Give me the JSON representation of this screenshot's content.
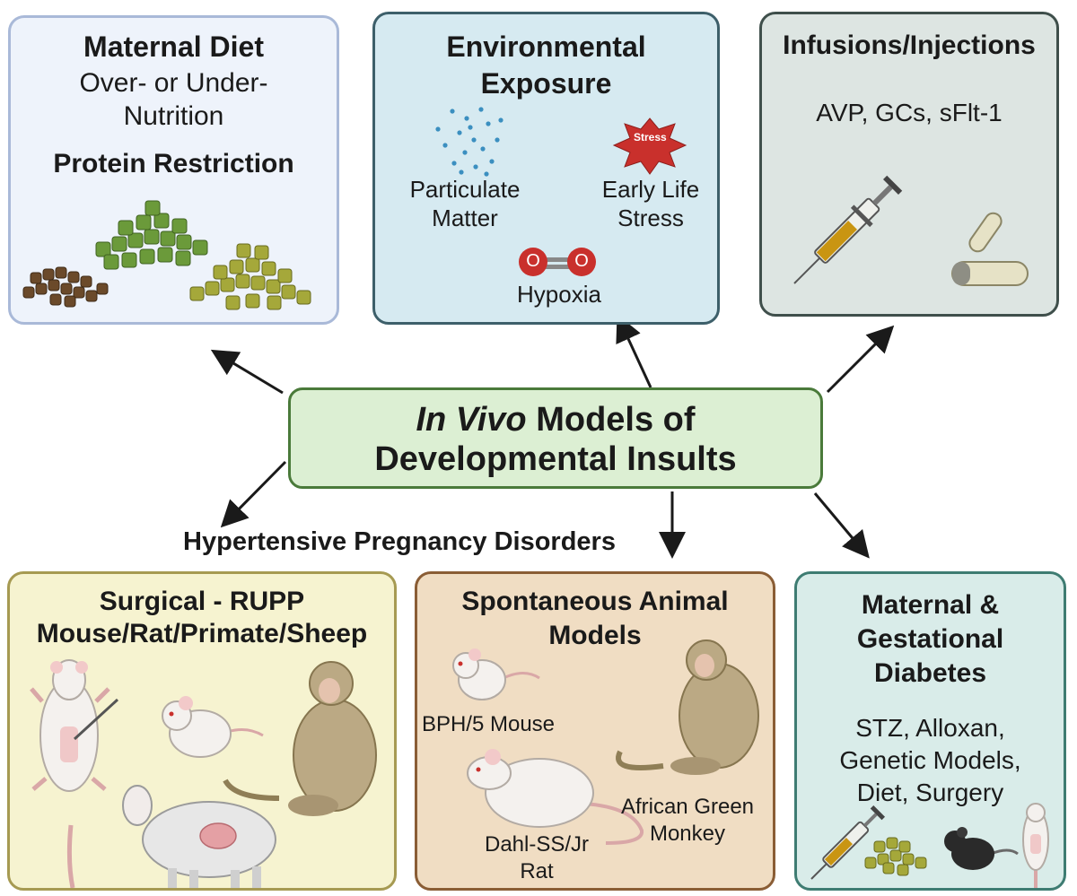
{
  "center": {
    "title_italic": "In Vivo",
    "title_rest": " Models of",
    "title_line2": "Developmental Insults"
  },
  "maternal_diet": {
    "title": "Maternal Diet",
    "line1": "Over- or Under-",
    "line2": "Nutrition",
    "subtitle": "Protein Restriction"
  },
  "environmental": {
    "title_line1": "Environmental",
    "title_line2": "Exposure",
    "particulate_line1": "Particulate",
    "particulate_line2": "Matter",
    "stress_line1": "Early Life",
    "stress_line2": "Stress",
    "stress_badge": "Stress",
    "hypoxia": "Hypoxia",
    "o2_left": "O",
    "o2_right": "O"
  },
  "infusions": {
    "title": "Infusions/Injections",
    "agents": "AVP, GCs, sFlt-1"
  },
  "hypertensive": {
    "heading": "Hypertensive Pregnancy Disorders"
  },
  "surgical": {
    "title_line1": "Surgical - RUPP",
    "title_line2": "Mouse/Rat/Primate/Sheep"
  },
  "spontaneous": {
    "title_line1": "Spontaneous Animal",
    "title_line2": "Models",
    "bph": "BPH/5 Mouse",
    "dahl_line1": "Dahl-SS/Jr",
    "dahl_line2": "Rat",
    "monkey_line1": "African Green",
    "monkey_line2": "Monkey"
  },
  "diabetes": {
    "title_line1": "Maternal &",
    "title_line2": "Gestational",
    "title_line3": "Diabetes",
    "line1": "STZ, Alloxan,",
    "line2": "Genetic Models,",
    "line3": "Diet, Surgery"
  },
  "colors": {
    "diet_bg": "#eef3fb",
    "diet_border": "#a9b9d8",
    "env_bg": "#d6eaf1",
    "env_border": "#3d5f6a",
    "inf_bg": "#dde5e2",
    "inf_border": "#3f4f4b",
    "center_bg": "#dcefd3",
    "center_border": "#4a7a3a",
    "surg_bg": "#f6f3d0",
    "surg_border": "#a69a52",
    "spont_bg": "#f0ddc3",
    "spont_border": "#8a5d35",
    "diab_bg": "#d9ece9",
    "diab_border": "#3e7c72"
  }
}
